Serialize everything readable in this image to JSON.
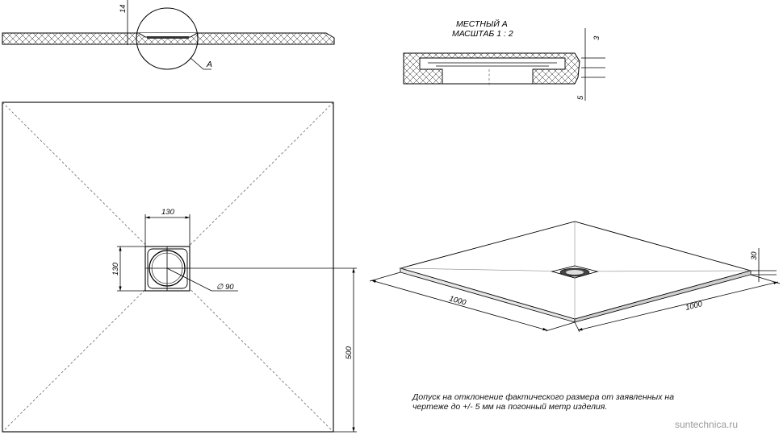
{
  "side_section": {
    "dim_thickness": "14",
    "callout_label": "A"
  },
  "detail_a": {
    "title_line1": "МЕСТНЫЙ А",
    "title_line2": "МАСШТАБ 1 : 2",
    "dim_top": "3",
    "dim_bottom": "5"
  },
  "plan_view": {
    "dim_drain_width": "130",
    "dim_drain_height": "130",
    "dim_drain_diameter": "90",
    "diameter_symbol": "∅",
    "dim_half_height": "500"
  },
  "iso_view": {
    "dim_left": "1000",
    "dim_right": "1000",
    "dim_height": "30"
  },
  "notes": {
    "line1": "Допуск на отклонение фактического размера от заявленных на",
    "line2": "чертеже до +/- 5 мм на погонный метр изделия."
  },
  "watermark": "suntechnica.ru"
}
